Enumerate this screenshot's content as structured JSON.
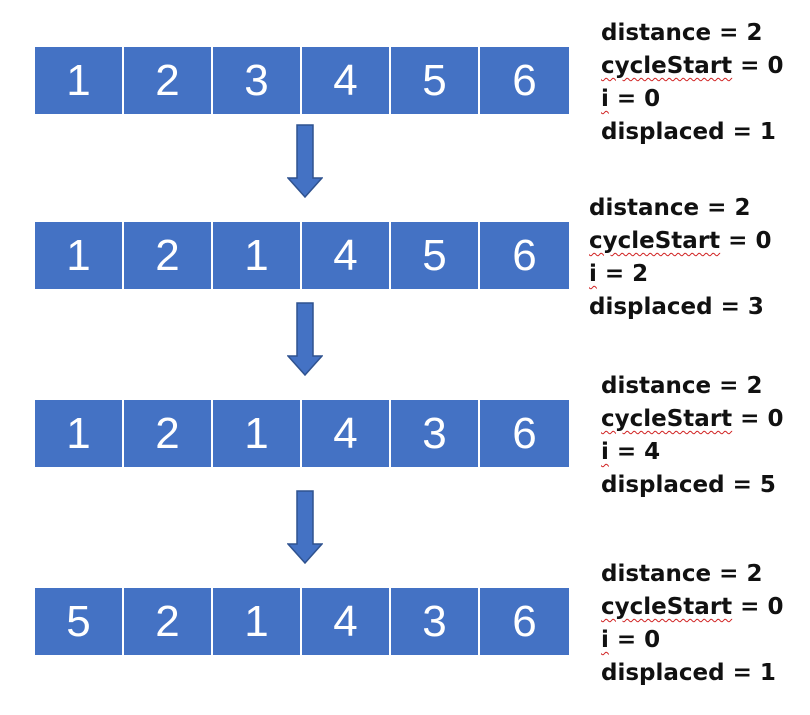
{
  "steps": [
    {
      "cells": [
        "1",
        "2",
        "3",
        "4",
        "5",
        "6"
      ],
      "info": {
        "distance": "distance = 2",
        "cycle_var": "cycleStart",
        "cycle_rest": " = 0",
        "i_var": "i",
        "i_rest": " = 0",
        "displaced": "displaced = 1"
      }
    },
    {
      "cells": [
        "1",
        "2",
        "1",
        "4",
        "5",
        "6"
      ],
      "info": {
        "distance": "distance = 2",
        "cycle_var": "cycleStart",
        "cycle_rest": " = 0",
        "i_var": "i",
        "i_rest": " = 2",
        "displaced": "displaced = 3"
      }
    },
    {
      "cells": [
        "1",
        "2",
        "1",
        "4",
        "3",
        "6"
      ],
      "info": {
        "distance": "distance = 2",
        "cycle_var": "cycleStart",
        "cycle_rest": " = 0",
        "i_var": "i",
        "i_rest": " = 4",
        "displaced": "displaced = 5"
      }
    },
    {
      "cells": [
        "5",
        "2",
        "1",
        "4",
        "3",
        "6"
      ],
      "info": {
        "distance": "distance = 2",
        "cycle_var": "cycleStart",
        "cycle_rest": " = 0",
        "i_var": "i",
        "i_rest": " = 0",
        "displaced": "displaced = 1"
      }
    }
  ],
  "colors": {
    "cell_fill": "#4472c4",
    "arrow_fill": "#4472c4",
    "arrow_stroke": "#2f528f",
    "cell_text": "#ffffff",
    "spell_underline": "#d02020"
  },
  "icons": {
    "arrow": "down-arrow-icon"
  }
}
